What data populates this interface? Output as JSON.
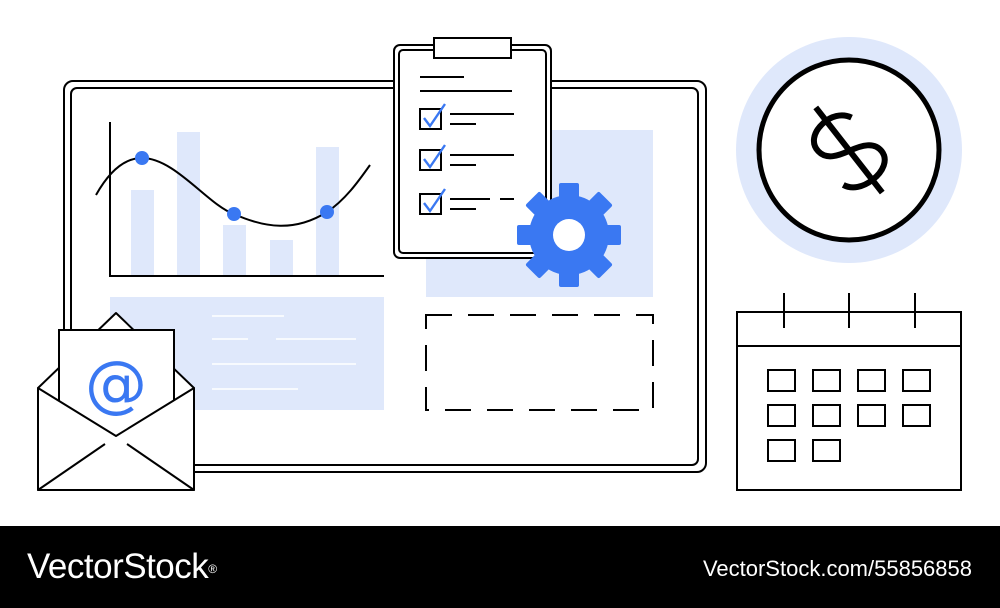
{
  "colors": {
    "ink": "#000000",
    "accent_blue": "#3a78f2",
    "soft_blue": "#dfe8fb",
    "background": "#ffffff",
    "footer_background": "#000000",
    "footer_text": "#ffffff"
  },
  "icons": [
    "dashboard-board",
    "line-chart",
    "bar-chart",
    "checklist-clipboard",
    "checkmark-icon",
    "gear-icon",
    "dollar-coin-icon",
    "calendar-icon",
    "envelope-icon",
    "at-sign-icon"
  ],
  "envelope": {
    "symbol": "@"
  },
  "footer": {
    "brand": "VectorStock",
    "brand_mark": "®",
    "stock_id": "VectorStock.com/55856858"
  }
}
